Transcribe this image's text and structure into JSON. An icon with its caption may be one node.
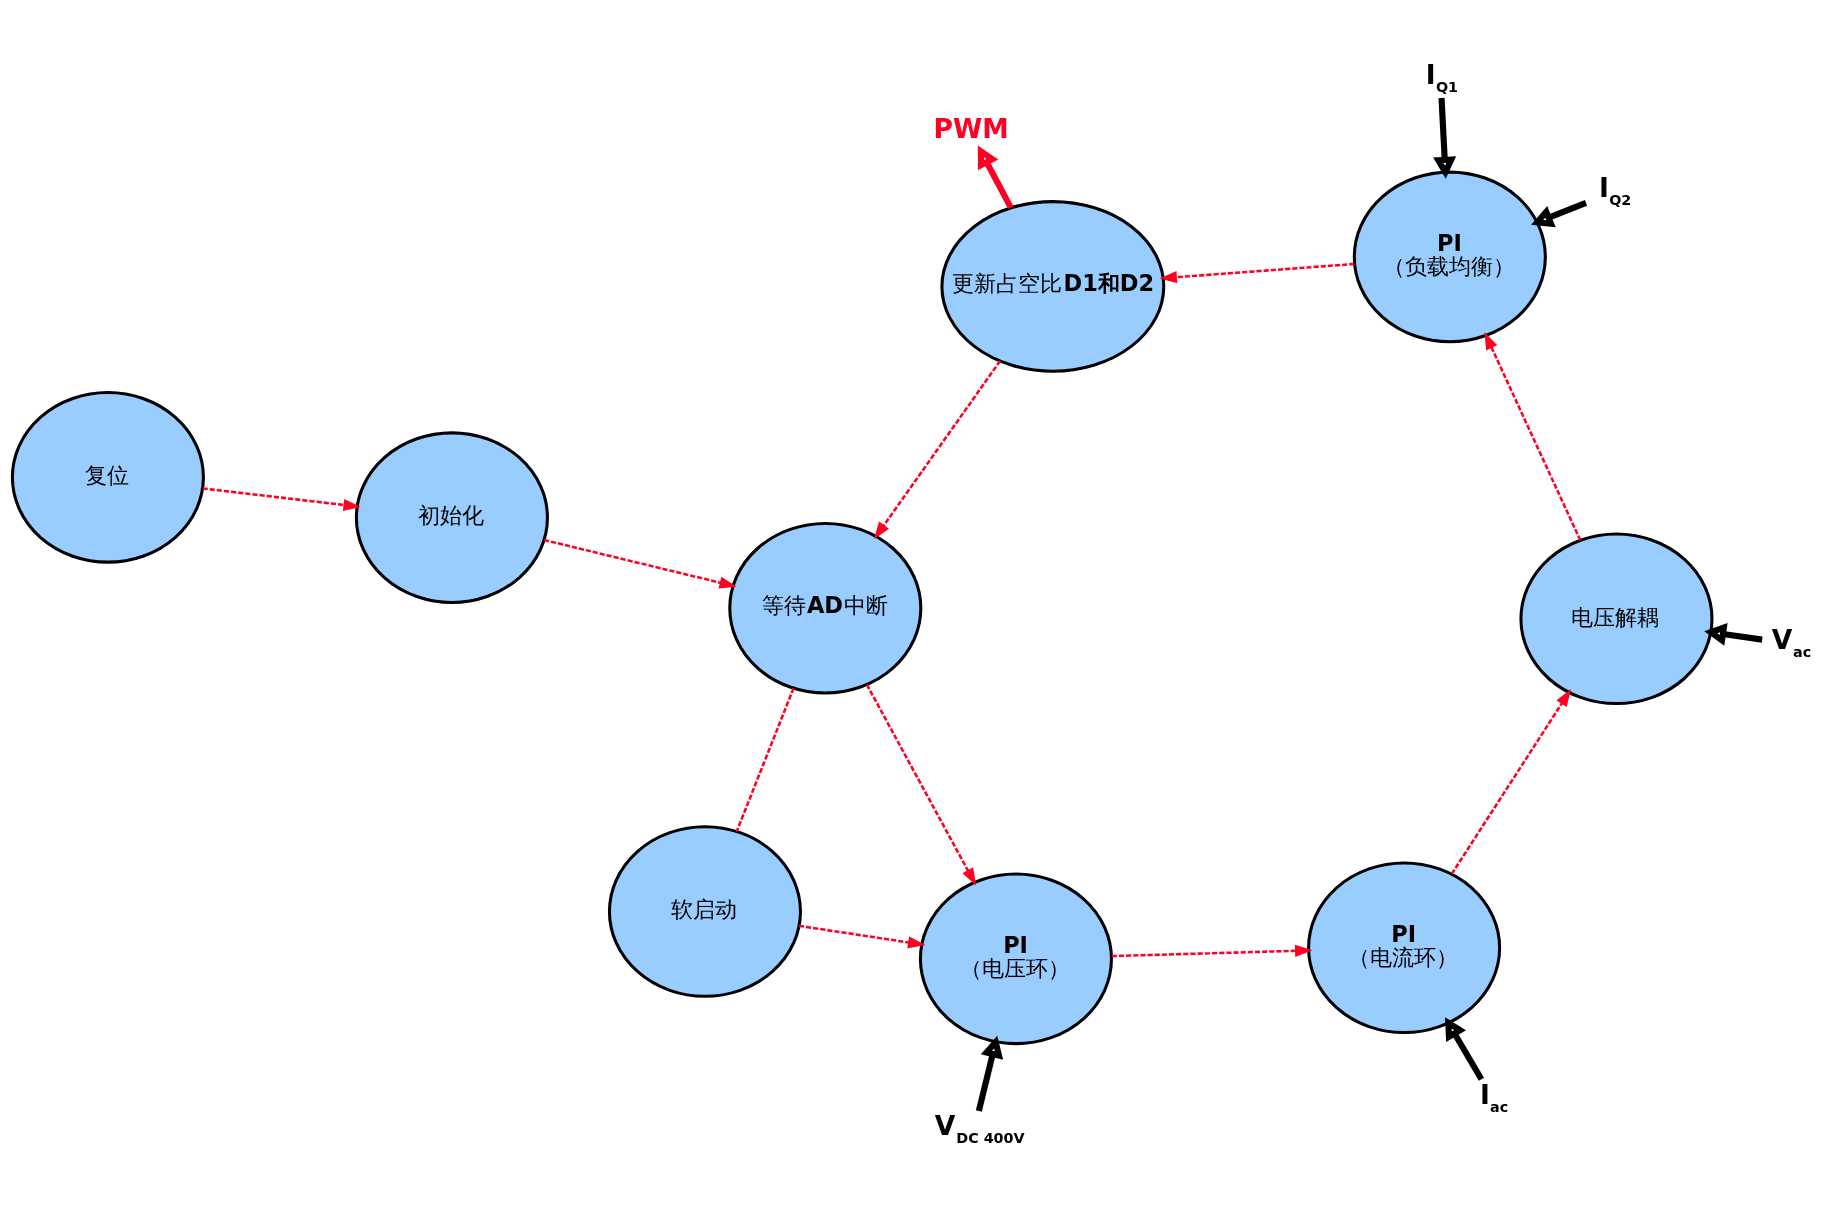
{
  "diagram": {
    "nodes": [
      {
        "text": [
          "复位"
        ]
      },
      {
        "text": [
          "初始化"
        ]
      },
      {
        "text": [
          "等待**AD**中断"
        ]
      },
      {
        "text": [
          "软启动"
        ]
      },
      {
        "text": [
          "PI",
          "（电压环）"
        ]
      },
      {
        "text": [
          "V$_{DC 400V}$"
        ]
      },
      {
        "text": [
          "更新占空比**D1和D2**"
        ]
      },
      {
        "text": [
          "PWM"
        ]
      },
      {
        "text": [
          "PI",
          "（电流环）"
        ]
      },
      {
        "text": [
          "I$_{ac}$"
        ]
      },
      {
        "text": [
          "电压解耦"
        ]
      },
      {
        "text": [
          "PI",
          "（负载均衡）"
        ]
      },
      {
        "text": [
          "V$_{ac}$"
        ]
      },
      {
        "text": [
          "I$_{Q2}$"
        ]
      },
      {
        "text": [
          "I$_{Q1}$"
        ]
      }
    ],
    "edges": [
      {
        "from": 0,
        "to": 1,
        "arrow": "to",
        "style": "dashed"
      },
      {
        "from": 1,
        "to": 2,
        "arrow": "to",
        "style": "dashed"
      },
      {
        "from": 2,
        "to": 3,
        "arrow": "none",
        "style": "dashed"
      },
      {
        "from": 3,
        "to": 4,
        "arrow": "to",
        "style": "dashed"
      },
      {
        "from": 2,
        "to": 4,
        "arrow": "to",
        "style": "dashed"
      },
      {
        "from": 5,
        "to": 4,
        "arrow": "to",
        "style": "thick",
        "color": "#000000"
      },
      {
        "from": 4,
        "to": 8,
        "arrow": "to",
        "style": "dashed"
      },
      {
        "from": 9,
        "to": 8,
        "arrow": "to",
        "style": "thick",
        "color": "#000000"
      },
      {
        "from": 8,
        "to": 10,
        "arrow": "to",
        "style": "dashed"
      },
      {
        "from": 12,
        "to": 10,
        "arrow": "to",
        "style": "thick",
        "color": "#000000"
      },
      {
        "from": 10,
        "to": 11,
        "arrow": "to",
        "style": "dashed"
      },
      {
        "from": 14,
        "to": 11,
        "arrow": "to",
        "style": "thick",
        "color": "#000000"
      },
      {
        "from": 13,
        "to": 11,
        "arrow": "to",
        "style": "thick",
        "color": "#000000"
      },
      {
        "from": 11,
        "to": 6,
        "arrow": "to",
        "style": "dashed"
      },
      {
        "from": 6,
        "to": 2,
        "arrow": "to",
        "style": "dashed"
      },
      {
        "from": 6,
        "to": 7,
        "arrow": "to",
        "style": "thick"
      }
    ]
  }
}
